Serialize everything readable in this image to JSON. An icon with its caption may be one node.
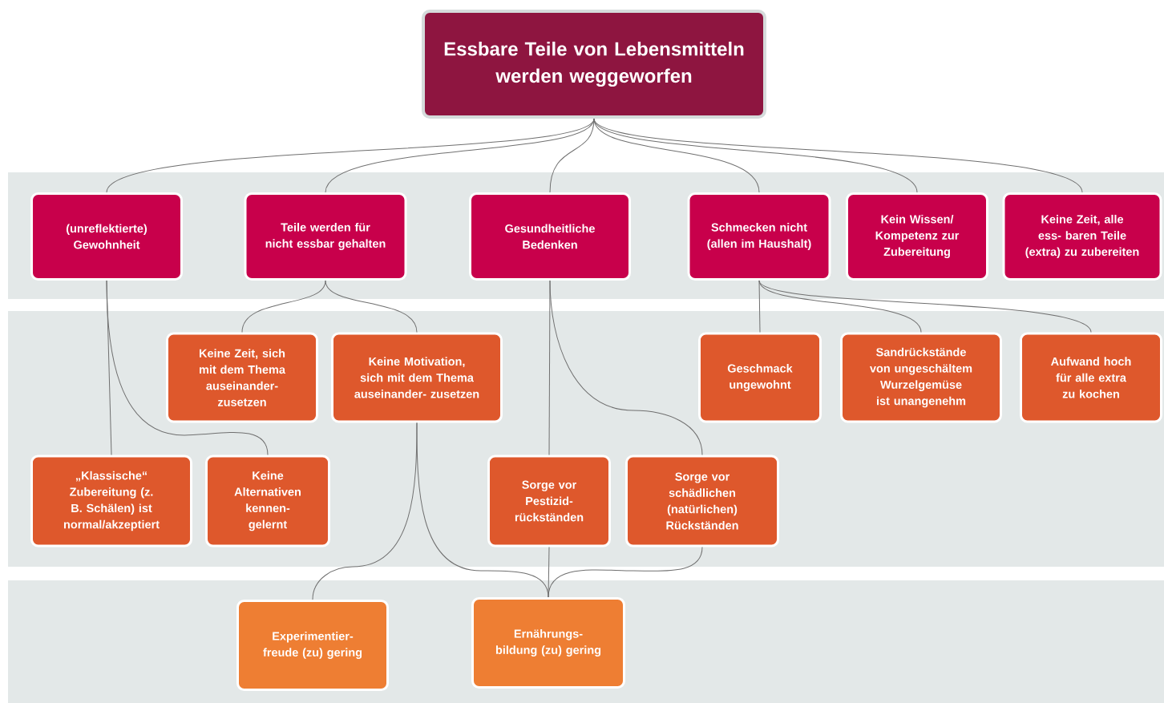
{
  "diagram": {
    "nodes": [
      {
        "text": [
          "Essbare Teile von Lebensmitteln werden weggeworfen"
        ]
      },
      {
        "text": [
          "(unreflektierte) Gewohnheit"
        ]
      },
      {
        "text": [
          "Teile werden für nicht essbar gehalten"
        ]
      },
      {
        "text": [
          "Gesundheitliche Bedenken"
        ]
      },
      {
        "text": [
          "Schmecken nicht (allen im Haushalt)"
        ]
      },
      {
        "text": [
          "Kein Wissen/ Kompetenz zur Zubereitung"
        ]
      },
      {
        "text": [
          "Keine Zeit, alle ess- baren Teile (extra) zu zubereiten"
        ]
      },
      {
        "text": [
          "Keine Zeit, sich mit dem Thema auseinander- zusetzen"
        ]
      },
      {
        "text": [
          "Keine Motivation, sich mit dem Thema auseinander- zusetzen"
        ]
      },
      {
        "text": [
          "Geschmack ungewohnt"
        ]
      },
      {
        "text": [
          "Sandrückstände von ungeschältem Wurzelgemüse ist unangenehm"
        ]
      },
      {
        "text": [
          "Aufwand hoch für alle extra zu kochen"
        ]
      },
      {
        "text": [
          "„Klassische“ Zubereitung (z. B. Schälen) ist normal/akzeptiert"
        ]
      },
      {
        "text": [
          "Keine Alternativen kennen- gelernt"
        ]
      },
      {
        "text": [
          "Sorge vor Pestizid- rückständen"
        ]
      },
      {
        "text": [
          "Sorge vor schädlichen (natürlichen) Rückständen"
        ]
      },
      {
        "text": [
          "Experimentier- freude (zu) gering"
        ]
      },
      {
        "text": [
          "Ernährungs- bildung (zu) gering"
        ]
      }
    ],
    "edges": [
      {
        "from": 0,
        "to": 1,
        "arrow": "none"
      },
      {
        "from": 0,
        "to": 2,
        "arrow": "none"
      },
      {
        "from": 0,
        "to": 3,
        "arrow": "none"
      },
      {
        "from": 0,
        "to": 4,
        "arrow": "none"
      },
      {
        "from": 0,
        "to": 5,
        "arrow": "none"
      },
      {
        "from": 0,
        "to": 6,
        "arrow": "none"
      },
      {
        "from": 1,
        "to": 12,
        "arrow": "none"
      },
      {
        "from": 1,
        "to": 13,
        "arrow": "none"
      },
      {
        "from": 2,
        "to": 7,
        "arrow": "none"
      },
      {
        "from": 2,
        "to": 8,
        "arrow": "none"
      },
      {
        "from": 3,
        "to": 14,
        "arrow": "none"
      },
      {
        "from": 3,
        "to": 15,
        "arrow": "none"
      },
      {
        "from": 4,
        "to": 9,
        "arrow": "none"
      },
      {
        "from": 4,
        "to": 10,
        "arrow": "none"
      },
      {
        "from": 4,
        "to": 11,
        "arrow": "none"
      },
      {
        "from": 8,
        "to": 16,
        "arrow": "none"
      },
      {
        "from": 8,
        "to": 17,
        "arrow": "none"
      },
      {
        "from": 14,
        "to": 17,
        "arrow": "none"
      },
      {
        "from": 15,
        "to": 17,
        "arrow": "none"
      }
    ]
  }
}
